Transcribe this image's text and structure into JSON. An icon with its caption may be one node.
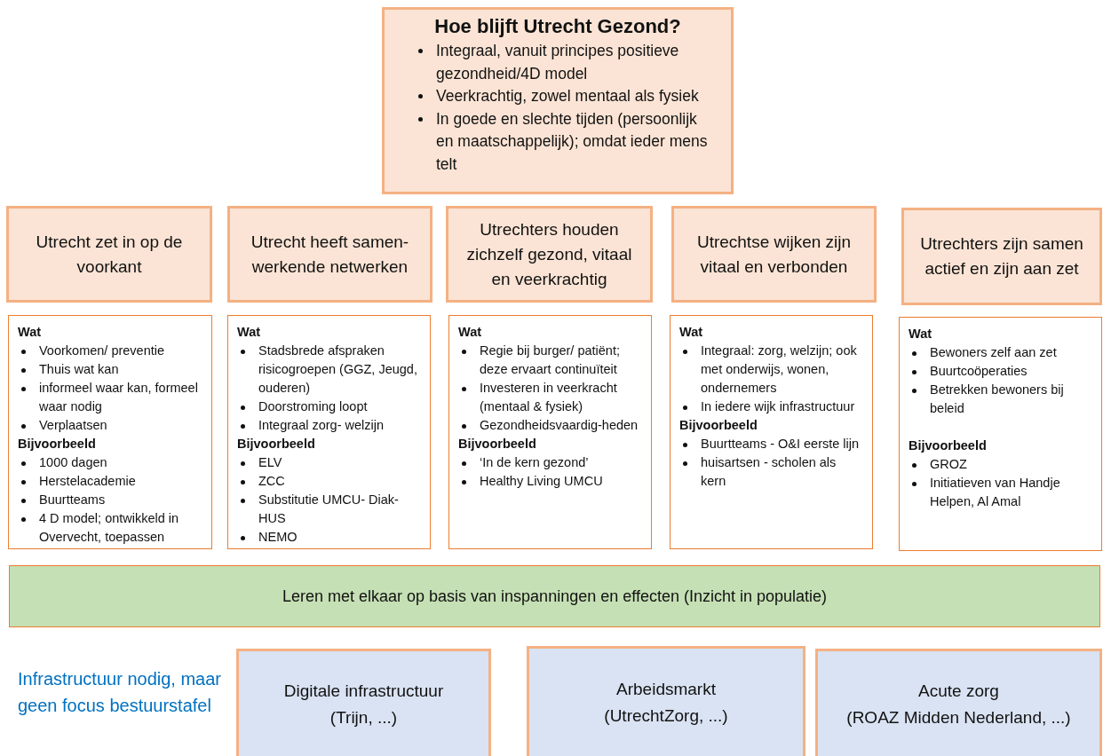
{
  "diagram": {
    "nodes": [
      {
        "text": [
          "Hoe blijft Utrecht Gezond?",
          "Integraal, vanuit principes positieve gezondheid/4D model",
          "Veerkrachtig, zowel mentaal als fysiek",
          "In goede en slechte tijden (persoonlijk en maatschappelijk); omdat ieder mens telt"
        ]
      },
      {
        "text": [
          "Utrecht zet in op de voorkant"
        ]
      },
      {
        "text": [
          "Utrecht heeft samen-werkende netwerken"
        ]
      },
      {
        "text": [
          "Utrechters houden zichzelf gezond, vitaal en veerkrachtig"
        ]
      },
      {
        "text": [
          "Utrechtse wijken zijn vitaal en verbonden"
        ]
      },
      {
        "text": [
          "Utrechters zijn samen actief en zijn aan zet"
        ]
      },
      {
        "text": [
          "Wat",
          "Voorkomen/ preventie",
          "Thuis wat kan",
          "informeel waar kan, formeel waar nodig",
          "Verplaatsen",
          "Bijvoorbeeld",
          "1000 dagen",
          "Herstelacademie",
          "Buurtteams",
          "4 D model; ontwikkeld in Overvecht, toepassen"
        ]
      },
      {
        "text": [
          "Wat",
          "Stadsbrede afspraken risicogroepen (GGZ, Jeugd, ouderen)",
          "Doorstroming loopt",
          "Integraal zorg- welzijn",
          "Bijvoorbeeld",
          "ELV",
          "ZCC",
          "Substitutie UMCU- Diak-HUS",
          "NEMO"
        ]
      },
      {
        "text": [
          "Wat",
          "Regie bij burger/ patiënt; deze ervaart continuïteit",
          "Investeren in veerkracht (mentaal & fysiek)",
          "Gezondheidsvaardig-heden",
          "Bijvoorbeeld",
          "‘In de kern gezond’",
          "Healthy Living UMCU"
        ]
      },
      {
        "text": [
          "Wat",
          "Integraal: zorg, welzijn; ook met onderwijs, wonen, ondernemers",
          "In iedere wijk infrastructuur",
          "Bijvoorbeeld",
          "Buurtteams - O&I eerste lijn",
          "huisartsen - scholen als kern"
        ]
      },
      {
        "text": [
          "Wat",
          "Bewoners zelf aan zet",
          "Buurtcoöperaties",
          "Betrekken bewoners bij beleid",
          "Bijvoorbeeld",
          "GROZ",
          "Initiatieven van Handje Helpen, Al Amal"
        ]
      },
      {
        "text": [
          "Leren met elkaar op basis van inspanningen en effecten (Inzicht in populatie)"
        ]
      },
      {
        "text": [
          "Digitale infrastructuur",
          "(Trijn, ...)"
        ]
      },
      {
        "text": [
          "Arbeidsmarkt",
          "(UtrechtZorg, ...)"
        ]
      },
      {
        "text": [
          "Acute zorg",
          "(ROAZ Midden Nederland, ...)"
        ]
      }
    ],
    "labels": [
      "Infrastructuur nodig, maar geen focus bestuurstafel"
    ]
  }
}
